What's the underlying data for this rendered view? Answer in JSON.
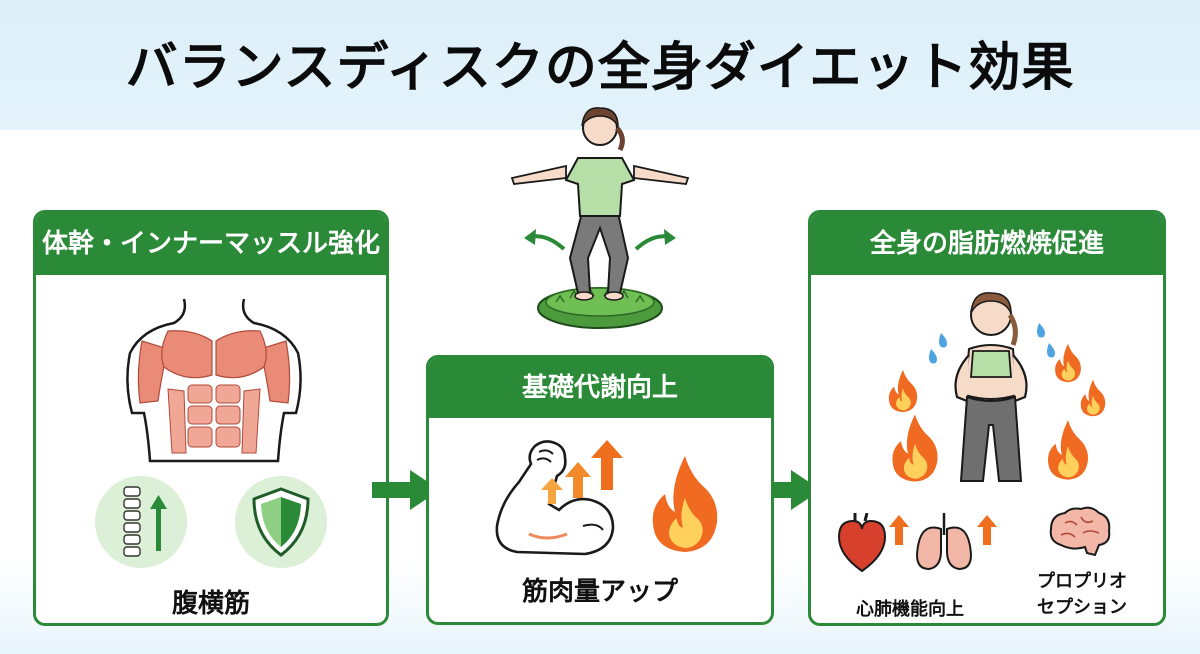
{
  "title": "バランスディスクの全身ダイエット効果",
  "panels": {
    "left": {
      "header": "体幹・インナーマッスル強化",
      "caption": "腹横筋"
    },
    "center": {
      "header": "基礎代謝向上",
      "caption": "筋肉量アップ"
    },
    "right": {
      "header": "全身の脂肪燃焼促進",
      "caption_1": "心肺機能向上",
      "caption_2_line1": "プロプリオ",
      "caption_2_line2": "セプション"
    }
  },
  "colors": {
    "accent_green": "#2b8a38",
    "light_green": "#dcefd7",
    "fire_orange": "#f06a22",
    "muscle_red": "#e98b76"
  },
  "icons": [
    "torso-muscle-icon",
    "spine-icon",
    "shield-icon",
    "flexed-arm-icon",
    "fire-icon",
    "heart-icon",
    "lungs-icon",
    "brain-icon",
    "up-arrow-icon",
    "flow-arrow-icon"
  ]
}
